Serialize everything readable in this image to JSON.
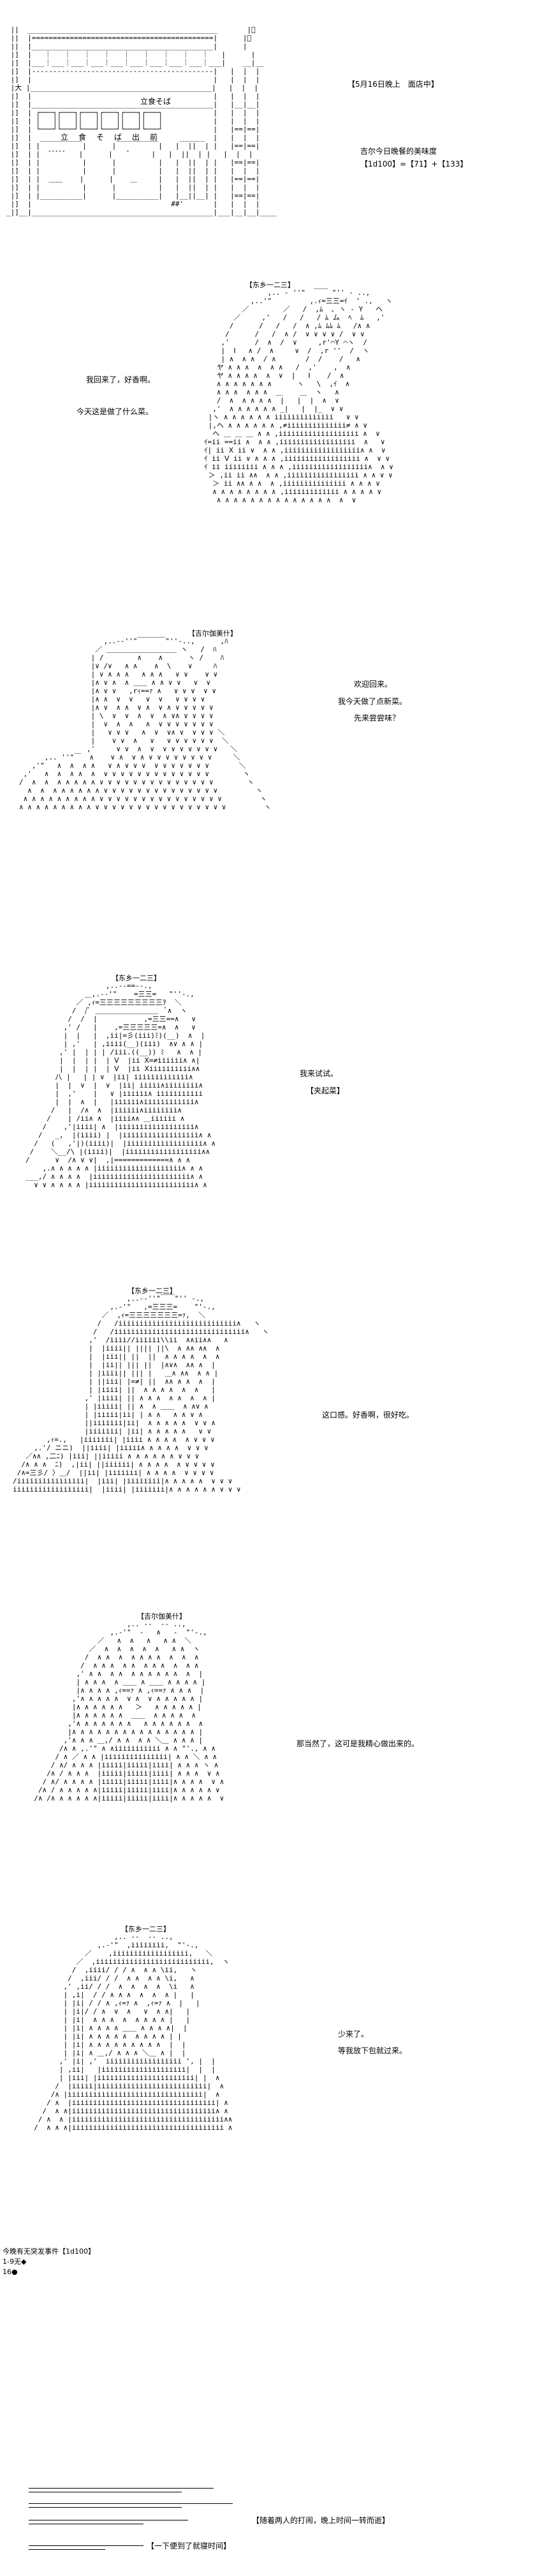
{
  "panel1": {
    "date_line": "【5月16日晚上　面店中】",
    "status_line1": "吉尔今日晚餐的美味度",
    "status_line2": "【1d100】=【71】+【133】",
    "shop_sign": "立食そば",
    "shop_banner": "立　食　そ　ば　出　前"
  },
  "panel2": {
    "speaker": "【东乡一二三】",
    "line1": "我回来了，好香啊。",
    "line2": "今天这是做了什么菜。"
  },
  "panel3": {
    "speaker": "【吉尔伽美什】",
    "line1": "欢迎回来。",
    "line2": "我今天做了点新菜。",
    "line3": "先来尝尝味？"
  },
  "panel4": {
    "speaker": "【东乡一二三】",
    "line1": "我来试试。",
    "line2": "【夹起菜】"
  },
  "panel5": {
    "speaker": "【东乡一二三】",
    "line1": "这口感。好香啊，很好吃。"
  },
  "panel6": {
    "speaker": "【吉尔伽美什】",
    "line1": "那当然了，这可是我精心做出来的。"
  },
  "panel7": {
    "speaker": "【东乡一二三】",
    "line1": "少来了。",
    "line2": "等我放下包就过来。"
  },
  "footer": {
    "event_line": "今晚有无突发事件【1d100】",
    "event_range": "1-9无◆",
    "event_value": "16●",
    "time_line": "【随着两人的打闹，晚上时间一转而逝】",
    "next_line": "【一下便到了就寝时间】"
  }
}
